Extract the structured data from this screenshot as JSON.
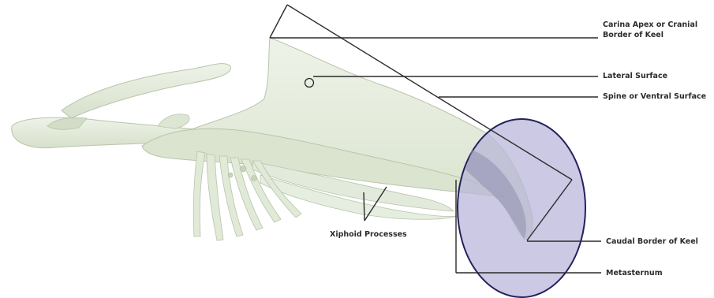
{
  "labels": {
    "carina_apex_line1": "Carina Apex or Cranial",
    "carina_apex_line2": "Border of Keel",
    "lateral_surface": "Lateral Surface",
    "spine_ventral_surface": "Spine or Ventral Surface",
    "xiphoid_processes": "Xiphoid Processes",
    "caudal_border": "Caudal Border of Keel",
    "metasternum": "Metasternum"
  },
  "colors": {
    "bone_fill": "#e3ebd9",
    "bone_stroke": "#b8c4ac",
    "bone_shadow": "#c9d4bd",
    "highlight_fill": "#b7b4d8",
    "highlight_stroke": "#25205e",
    "line_color": "#2b2b2b"
  }
}
